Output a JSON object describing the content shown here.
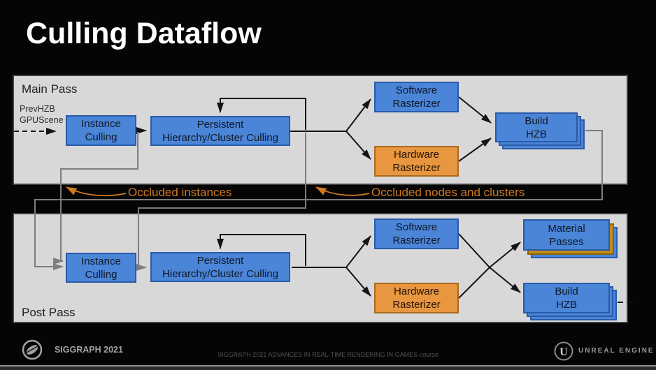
{
  "slide": {
    "title": "Culling Dataflow"
  },
  "main_pass": {
    "label": "Main Pass",
    "input_label": "PrevHZB\nGPUScene",
    "nodes": {
      "instance_culling": "Instance\nCulling",
      "persistent_culling": "Persistent\nHierarchy/Cluster Culling",
      "software_rasterizer": "Software\nRasterizer",
      "hardware_rasterizer": "Hardware\nRasterizer",
      "build_hzb": "Build\nHZB"
    }
  },
  "post_pass": {
    "label": "Post Pass",
    "nodes": {
      "instance_culling": "Instance\nCulling",
      "persistent_culling": "Persistent\nHierarchy/Cluster Culling",
      "software_rasterizer": "Software\nRasterizer",
      "hardware_rasterizer": "Hardware\nRasterizer",
      "material_passes": "Material\nPasses",
      "build_hzb": "Build\nHZB"
    }
  },
  "feedback": {
    "occluded_instances": "Occluded instances",
    "occluded_nodes_clusters": "Occluded nodes and clusters"
  },
  "footer": {
    "siggraph": "SIGGRAPH 2021",
    "course_line": "SIGGRAPH 2021 ADVANCES IN REAL-TIME RENDERING IN GAMES ",
    "course_word": "course",
    "unreal": "UNREAL ENGINE",
    "unreal_monogram": "U"
  },
  "colors": {
    "node_blue": "#4a85d8",
    "node_orange": "#e8963f",
    "stack_gold": "#c08c1c",
    "panel_gray": "#d8d8d8",
    "flow_black": "#141414",
    "feedback_gray": "#7d7d7d",
    "annotation_orange": "#d2791e"
  }
}
